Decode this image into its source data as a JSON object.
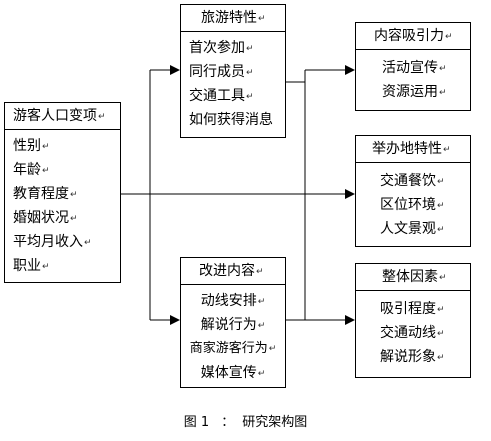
{
  "boxes": {
    "demographics": {
      "title": "游客人口变项",
      "items": [
        "性别",
        "年龄",
        "教育程度",
        "婚姻状况",
        "平均月收入",
        "职业"
      ]
    },
    "travel": {
      "title": "旅游特性",
      "items": [
        "首次参加",
        "同行成员",
        "交通工具",
        "如何获得消息"
      ]
    },
    "improvement": {
      "title": "改进内容",
      "items": [
        "动线安排",
        "解说行为",
        "商家游客行为",
        "媒体宣传"
      ]
    },
    "attraction": {
      "title": "内容吸引力",
      "items": [
        "活动宣传",
        "资源运用"
      ]
    },
    "host": {
      "title": "举办地特性",
      "items": [
        "交通餐饮",
        "区位环境",
        "人文景观"
      ]
    },
    "overall": {
      "title": "整体因素",
      "items": [
        "吸引程度",
        "交通动线",
        "解说形象"
      ]
    }
  },
  "paragraph_mark": "↵",
  "caption": {
    "figure_label": "图 1",
    "separator": "：",
    "text": "研究架构图"
  }
}
